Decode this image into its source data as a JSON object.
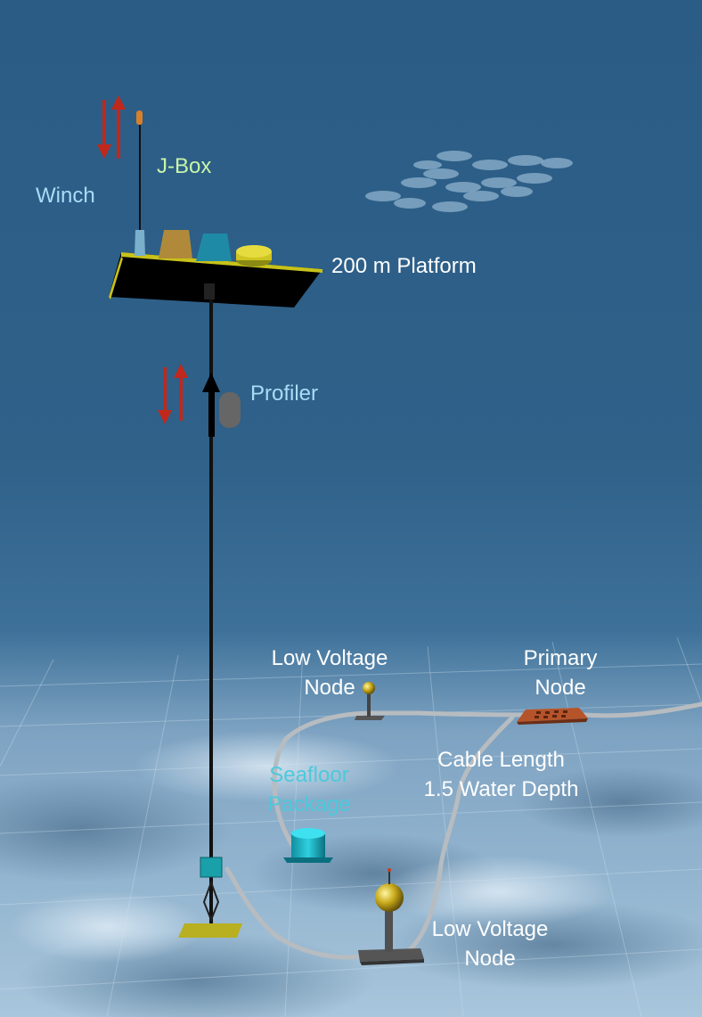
{
  "colors": {
    "water_top": "#2b5c86",
    "water_mid": "#3c6f99",
    "seafloor": "#9fc0d8",
    "arrow_red": "#c0281c",
    "platform_yellow": "#c8c21a",
    "label_white": "#ffffff",
    "label_blue": "#a9dcf6",
    "label_green": "#c9f5a8",
    "label_cyan": "#4cc9dc"
  },
  "labels": {
    "winch": "Winch",
    "jbox": "J-Box",
    "platform": "200 m Platform",
    "profiler": "Profiler",
    "lv_node_top": [
      "Low Voltage",
      "Node"
    ],
    "primary_node": [
      "Primary",
      "Node"
    ],
    "cable_length": [
      "Cable Length",
      "1.5 Water Depth"
    ],
    "seafloor_package": [
      "Seafloor",
      "Package"
    ],
    "lv_node_bottom": [
      "Low Voltage",
      "Node"
    ]
  }
}
